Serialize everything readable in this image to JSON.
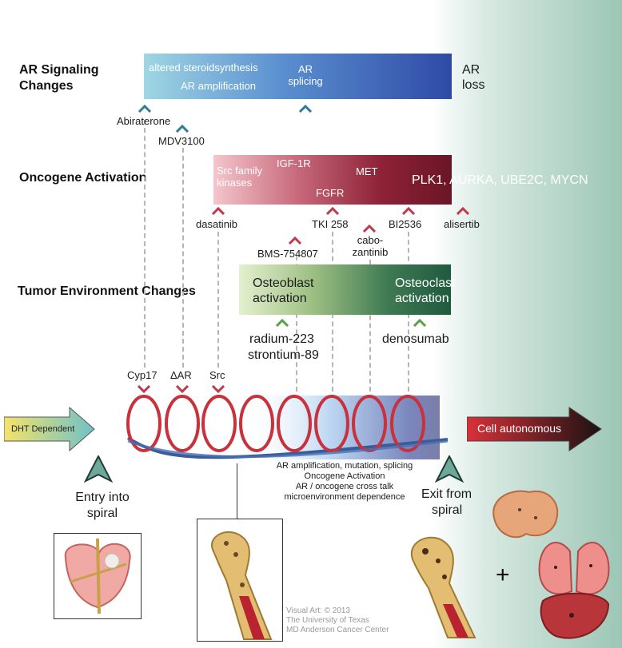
{
  "sections": {
    "ar_title": "AR Signaling Changes",
    "oncogene_title": "Oncogene Activation",
    "tumor_title": "Tumor Environment Changes"
  },
  "ar_band": {
    "altered": "altered steroidsynthesis",
    "amplification": "AR amplification",
    "splicing": "AR splicing",
    "loss": "AR loss"
  },
  "ar_drugs": {
    "abiraterone": "Abiraterone",
    "mdv": "MDV3100"
  },
  "oncogene_band": {
    "src": "Src family kinases",
    "igf": "IGF-1R",
    "fgfr": "FGFR",
    "met": "MET",
    "plk": "PLK1, AURKA, UBE2C, MYCN"
  },
  "oncogene_drugs": {
    "dasatinib": "dasatinib",
    "bms": "BMS-754807",
    "tki": "TKI 258",
    "cabo": "cabo-zantinib",
    "bi": "BI2536",
    "alisertib": "alisertib"
  },
  "tumor_band": {
    "osteoblast": "Osteoblast activation",
    "osteoclast": "Osteoclast activation"
  },
  "tumor_drugs": {
    "radium": "radium-223",
    "strontium": "strontium-89",
    "denosumab": "denosumab"
  },
  "spiral_labels": {
    "cyp17": "Cyp17",
    "dar": "ΔAR",
    "src": "Src"
  },
  "arrows": {
    "left": "DHT Dependent",
    "right": "Cell autonomous"
  },
  "spiral_notes": [
    "AR amplification, mutation, splicing",
    "Oncogene Activation",
    "AR / oncogene cross talk",
    "microenvironment dependence"
  ],
  "entry": {
    "line1": "Entry into",
    "line2": "spiral"
  },
  "exit": {
    "line1": "Exit from",
    "line2": "spiral"
  },
  "plus": "+",
  "credit": [
    "Visual Art: © 2013",
    "The University of Texas",
    "MD Anderson Cancer Center"
  ],
  "colors": {
    "ar": "#2f4aa6",
    "oncogene": "#8e2236",
    "tumor": "#1f5a40",
    "caret_blue": "#2d7d9a",
    "caret_red": "#c03a4c",
    "caret_green": "#5aa048",
    "spiral": "#c8323c"
  },
  "icons": [
    "caret-up-icon",
    "caret-down-icon",
    "prostate-icon",
    "femur-icon",
    "brain-icon",
    "lungs-liver-icon",
    "spiral-icon"
  ]
}
